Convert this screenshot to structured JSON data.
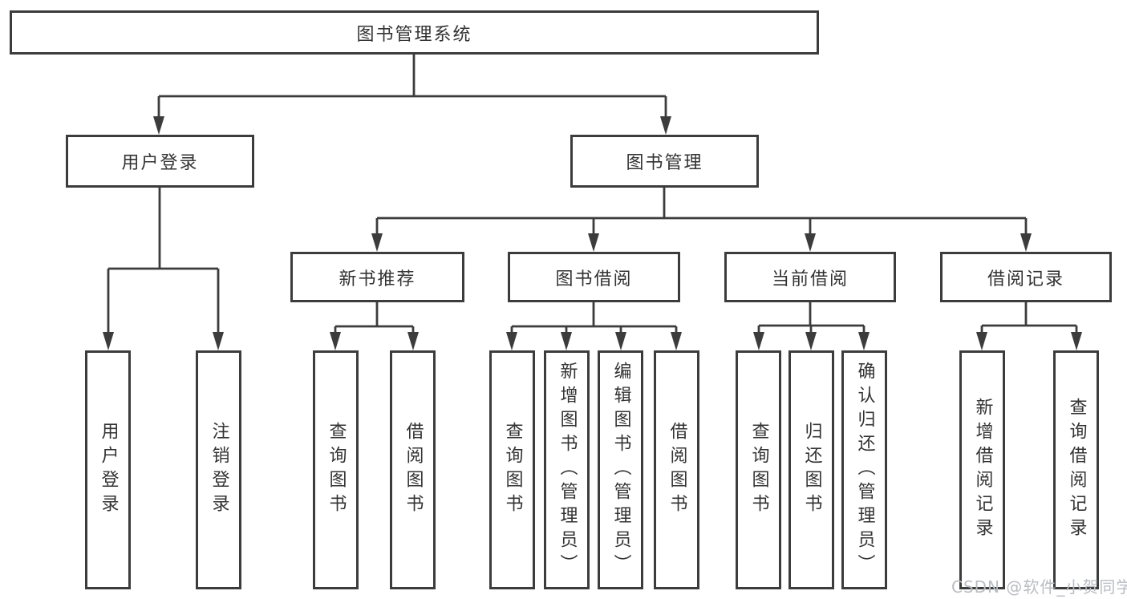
{
  "colors": {
    "line": "#3c3c3c",
    "box_border": "#3c3c3c",
    "text": "#333333",
    "background": "#ffffff",
    "watermark": "#b9bdc4"
  },
  "watermark": {
    "text": "CSDN @软件_小贺同学"
  },
  "tree": {
    "root": {
      "label": "图书管理系统"
    },
    "branches": [
      {
        "label": "用户登录",
        "children": [
          {
            "label": "用户登录"
          },
          {
            "label": "注销登录"
          }
        ]
      },
      {
        "label": "图书管理",
        "children": [
          {
            "label": "新书推荐",
            "children": [
              {
                "label": "查询图书"
              },
              {
                "label": "借阅图书"
              }
            ]
          },
          {
            "label": "图书借阅",
            "children": [
              {
                "label": "查询图书"
              },
              {
                "label": "新增图书（管理员）"
              },
              {
                "label": "编辑图书（管理员）"
              },
              {
                "label": "借阅图书"
              }
            ]
          },
          {
            "label": "当前借阅",
            "children": [
              {
                "label": "查询图书"
              },
              {
                "label": "归还图书"
              },
              {
                "label": "确认归还（管理员）"
              }
            ]
          },
          {
            "label": "借阅记录",
            "children": [
              {
                "label": "新增借阅记录"
              },
              {
                "label": "查询借阅记录"
              }
            ]
          }
        ]
      }
    ]
  }
}
